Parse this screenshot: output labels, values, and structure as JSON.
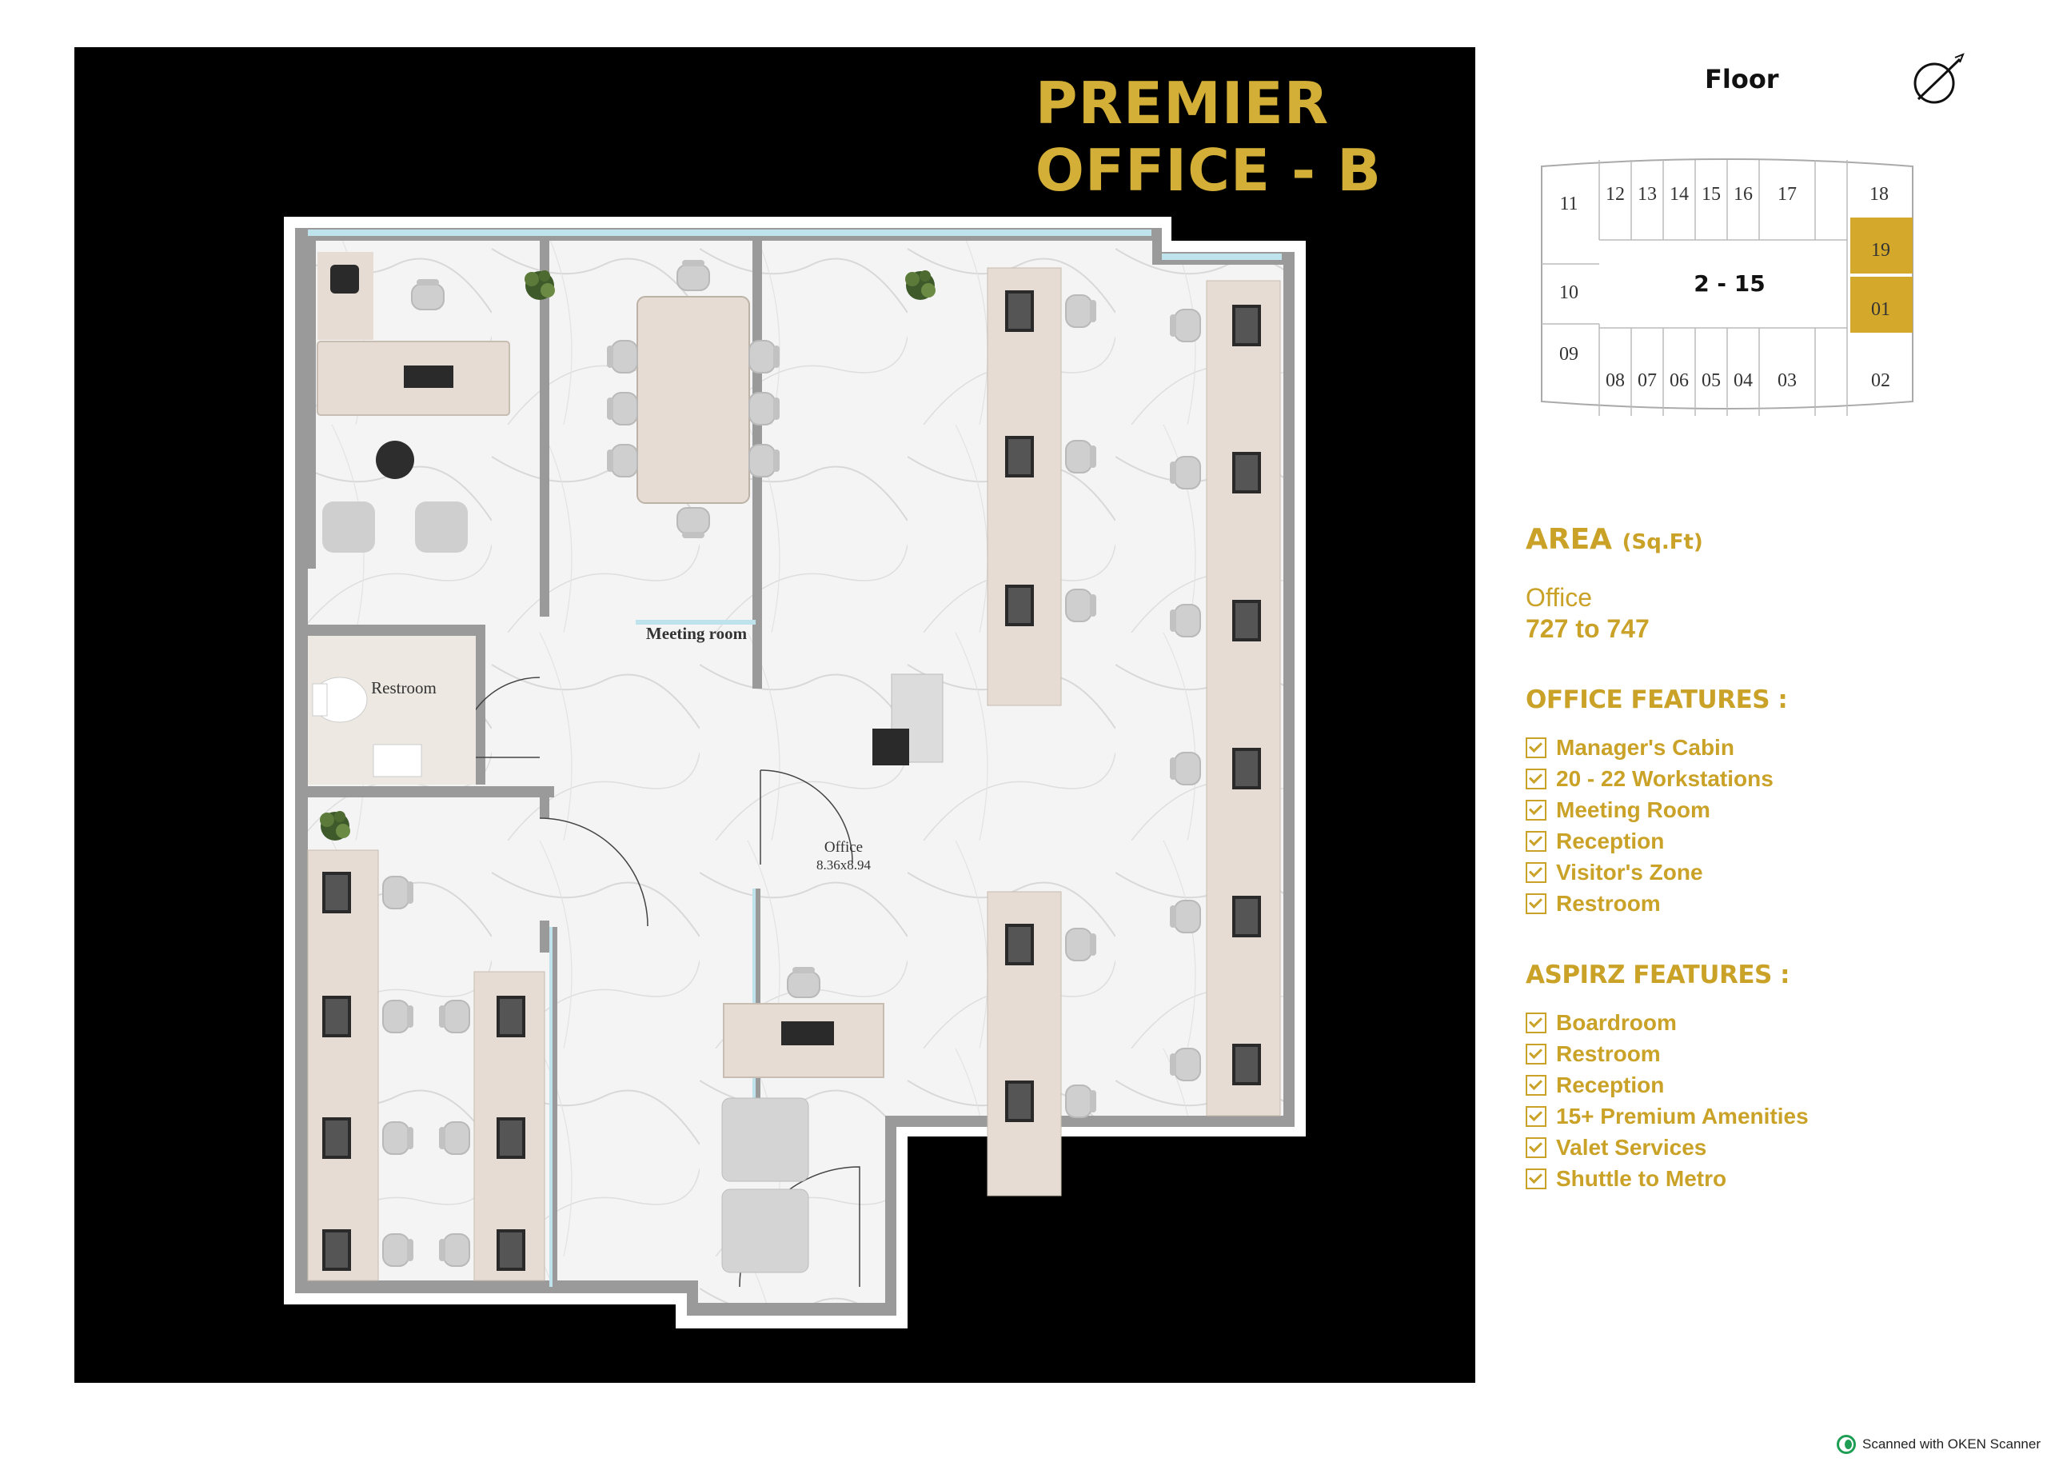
{
  "title": {
    "line1": "PREMIER",
    "line2": "OFFICE - B"
  },
  "plan": {
    "rooms": {
      "meeting": "Meeting room",
      "restroom": "Restroom",
      "office": "Office",
      "office_dim": "8.36x8.94"
    }
  },
  "keyplan": {
    "label": "Floor",
    "center": "2 - 15",
    "units_top": [
      "11",
      "12",
      "13",
      "14",
      "15",
      "16",
      "17",
      "18"
    ],
    "units_side": [
      "10",
      "09",
      "19",
      "01"
    ],
    "units_bottom": [
      "08",
      "07",
      "06",
      "05",
      "04",
      "03",
      "02"
    ],
    "highlight": [
      "19",
      "01"
    ],
    "highlight_color": "#d4a82a"
  },
  "area": {
    "heading": "AREA",
    "unit": "(Sq.Ft)",
    "office_label": "Office",
    "office_value": "727 to 747"
  },
  "office_features": {
    "heading": "OFFICE FEATURES :",
    "items": [
      "Manager's Cabin",
      "20 - 22 Workstations",
      "Meeting Room",
      "Reception",
      "Visitor's Zone",
      "Restroom"
    ]
  },
  "aspirz_features": {
    "heading": "ASPIRZ FEATURES :",
    "items": [
      "Boardroom",
      "Restroom",
      "Reception",
      "15+ Premium Amenities",
      "Valet Services",
      "Shuttle to Metro"
    ]
  },
  "footer": {
    "scanner": "Scanned with OKEN Scanner"
  },
  "colors": {
    "gold": "#c9a227",
    "panel": "#000000",
    "wall": "#9a9a9a",
    "floor": "#f3f3f3",
    "desk": "#e6dcd3"
  }
}
